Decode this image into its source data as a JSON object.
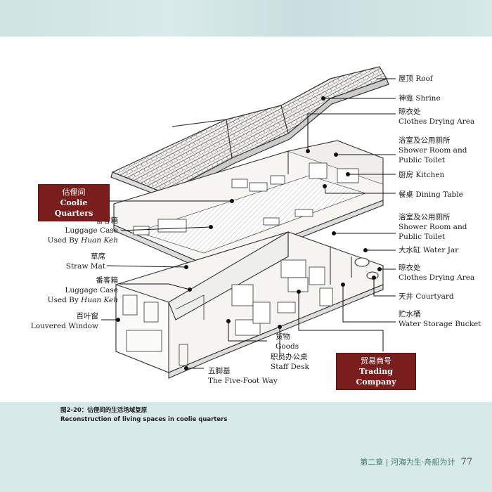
{
  "labels_right": [
    {
      "cn": "屋顶",
      "en": "Roof"
    },
    {
      "cn": "神龛",
      "en": "Shrine"
    },
    {
      "cn": "晾衣处",
      "en": "Clothes Drying Area"
    },
    {
      "cn": "浴室及公用厕所",
      "en": "Shower Room and",
      "en2": "Public Toilet"
    },
    {
      "cn": "厨房",
      "en": "Kitchen"
    },
    {
      "cn": "餐桌",
      "en": "Dining Table"
    },
    {
      "cn": "浴室及公用厕所",
      "en": "Shower Room and",
      "en2": "Public Toilet"
    },
    {
      "cn": "大水缸",
      "en": "Water Jar"
    },
    {
      "cn": "晾衣处",
      "en": "Clothes Drying Area"
    },
    {
      "cn": "天井",
      "en": "Courtyard"
    },
    {
      "cn": "贮水桶",
      "en": "Water Storage Bucket"
    }
  ],
  "labels_left": [
    {
      "cn": "番客箱",
      "en": "Luggage Case",
      "en2_prefix": "Used By ",
      "en2_name": "Huan Keh"
    },
    {
      "cn": "草席",
      "en": "Straw Mat"
    },
    {
      "cn": "番客箱",
      "en": "Luggage Case",
      "en2_prefix": "Used By ",
      "en2_name": "Huan Keh"
    },
    {
      "cn": "百叶窗",
      "en": "Louvered Window"
    }
  ],
  "labels_bottom": [
    {
      "cn": "货物",
      "en": "Goods"
    },
    {
      "cn": "职员办公桌",
      "en": "Staff Desk"
    },
    {
      "cn": "五脚基",
      "en": "The Five-Foot Way"
    }
  ],
  "boxes": {
    "coolie": {
      "cn": "估俚间",
      "en": "Coolie Quarters"
    },
    "trading": {
      "cn": "贸易商号",
      "en": "Trading Company"
    }
  },
  "caption": {
    "cn": "图2-20：估俚间的生活场域复原",
    "en": "Reconstruction of living spaces in coolie quarters"
  },
  "footer": {
    "chapter": "第二章 | 河海为生·舟船为计",
    "page": "77"
  },
  "colors": {
    "box_fill": "#7a1d1d",
    "footer_text": "#3d7a72",
    "band": "#d7e9e8"
  }
}
